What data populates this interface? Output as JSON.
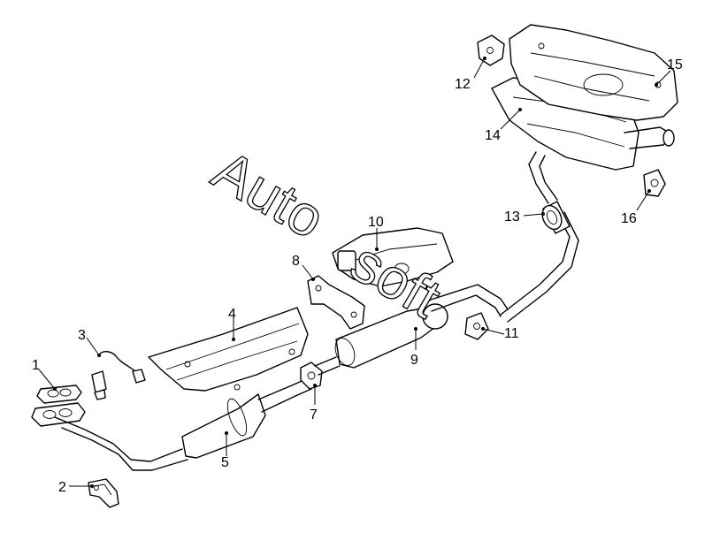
{
  "watermark": {
    "text_a": "Auto",
    "text_b": "soft"
  },
  "callouts": [
    {
      "id": "1",
      "label": "1"
    },
    {
      "id": "2",
      "label": "2"
    },
    {
      "id": "3",
      "label": "3"
    },
    {
      "id": "4",
      "label": "4"
    },
    {
      "id": "5",
      "label": "5"
    },
    {
      "id": "7",
      "label": "7"
    },
    {
      "id": "8",
      "label": "8"
    },
    {
      "id": "9",
      "label": "9"
    },
    {
      "id": "10",
      "label": "10"
    },
    {
      "id": "11",
      "label": "11"
    },
    {
      "id": "12",
      "label": "12"
    },
    {
      "id": "13",
      "label": "13"
    },
    {
      "id": "14",
      "label": "14"
    },
    {
      "id": "15",
      "label": "15"
    },
    {
      "id": "16",
      "label": "16"
    }
  ],
  "colors": {
    "line": "#000000",
    "background": "#ffffff"
  }
}
